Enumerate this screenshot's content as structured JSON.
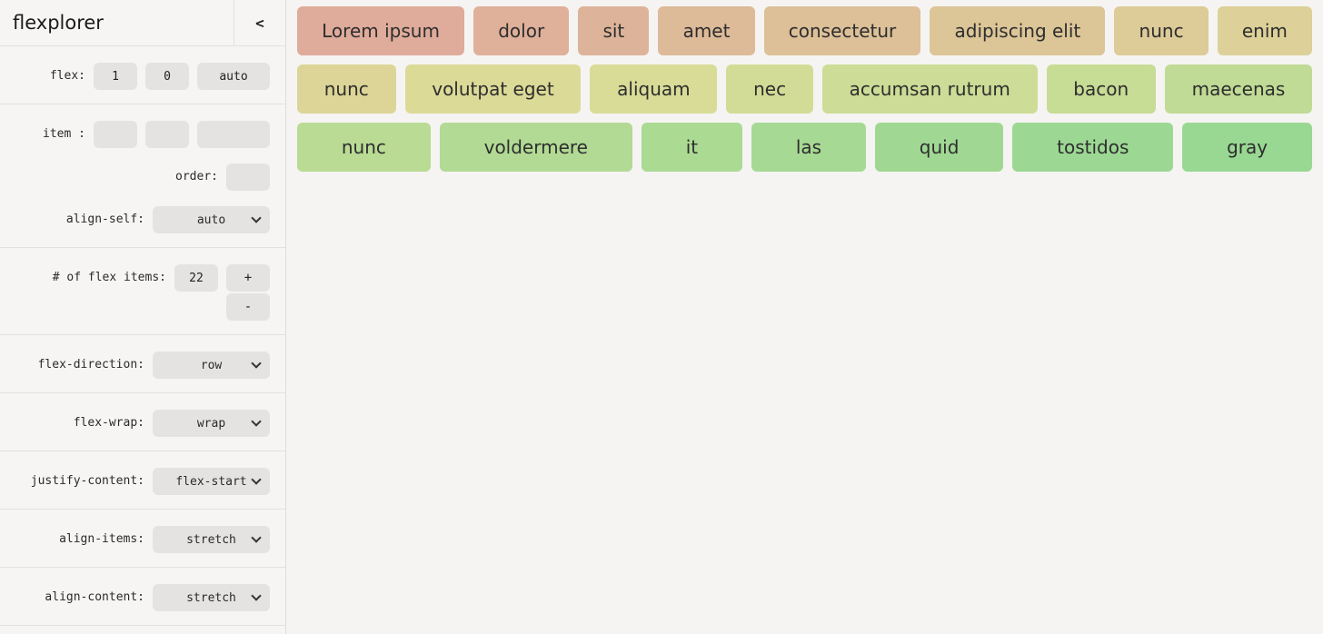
{
  "sidebar": {
    "title": "flexplorer",
    "collapse_label": "<",
    "flex": {
      "label": "flex:",
      "grow": "1",
      "shrink": "0",
      "basis": "auto"
    },
    "item": {
      "label": "item :",
      "grow": "",
      "shrink": "",
      "basis": "",
      "order_label": "order:",
      "order": "",
      "align_self_label": "align-self:",
      "align_self": "auto"
    },
    "count": {
      "label": "# of flex items:",
      "value": "22",
      "increment_label": "+",
      "decrement_label": "-"
    },
    "container": [
      {
        "label": "flex-direction:",
        "value": "row"
      },
      {
        "label": "flex-wrap:",
        "value": "wrap"
      },
      {
        "label": "justify-content:",
        "value": "flex-start"
      },
      {
        "label": "align-items:",
        "value": "stretch"
      },
      {
        "label": "align-content:",
        "value": "stretch"
      }
    ]
  },
  "stage": {
    "rows": [
      {
        "items": [
          {
            "label": "Lorem ipsum",
            "color": "#dfab9a"
          },
          {
            "label": "dolor",
            "color": "#dfb09a"
          },
          {
            "label": "sit",
            "color": "#ddb499"
          },
          {
            "label": "amet",
            "color": "#ddba98"
          },
          {
            "label": "consectetur",
            "color": "#ddc098"
          },
          {
            "label": "adipiscing elit",
            "color": "#dcc597"
          },
          {
            "label": "nunc",
            "color": "#ddcb98"
          },
          {
            "label": "enim",
            "color": "#ddd098"
          }
        ]
      },
      {
        "items": [
          {
            "label": "nunc",
            "color": "#dcd597"
          },
          {
            "label": "volutpat eget",
            "color": "#dcda97"
          },
          {
            "label": "aliquam",
            "color": "#d8dc97"
          },
          {
            "label": "nec",
            "color": "#d3dc96"
          },
          {
            "label": "accumsan rutrum",
            "color": "#cddc96"
          },
          {
            "label": "bacon",
            "color": "#c7dc95"
          },
          {
            "label": "maecenas",
            "color": "#c0db95"
          }
        ]
      },
      {
        "items": [
          {
            "label": "nunc",
            "color": "#b9db94"
          },
          {
            "label": "voldermere",
            "color": "#b2da94"
          },
          {
            "label": "it",
            "color": "#abda93"
          },
          {
            "label": "las",
            "color": "#a6d994"
          },
          {
            "label": "quid",
            "color": "#a0d893"
          },
          {
            "label": "tostidos",
            "color": "#9cd893"
          },
          {
            "label": "gray",
            "color": "#99d893"
          }
        ]
      }
    ]
  }
}
